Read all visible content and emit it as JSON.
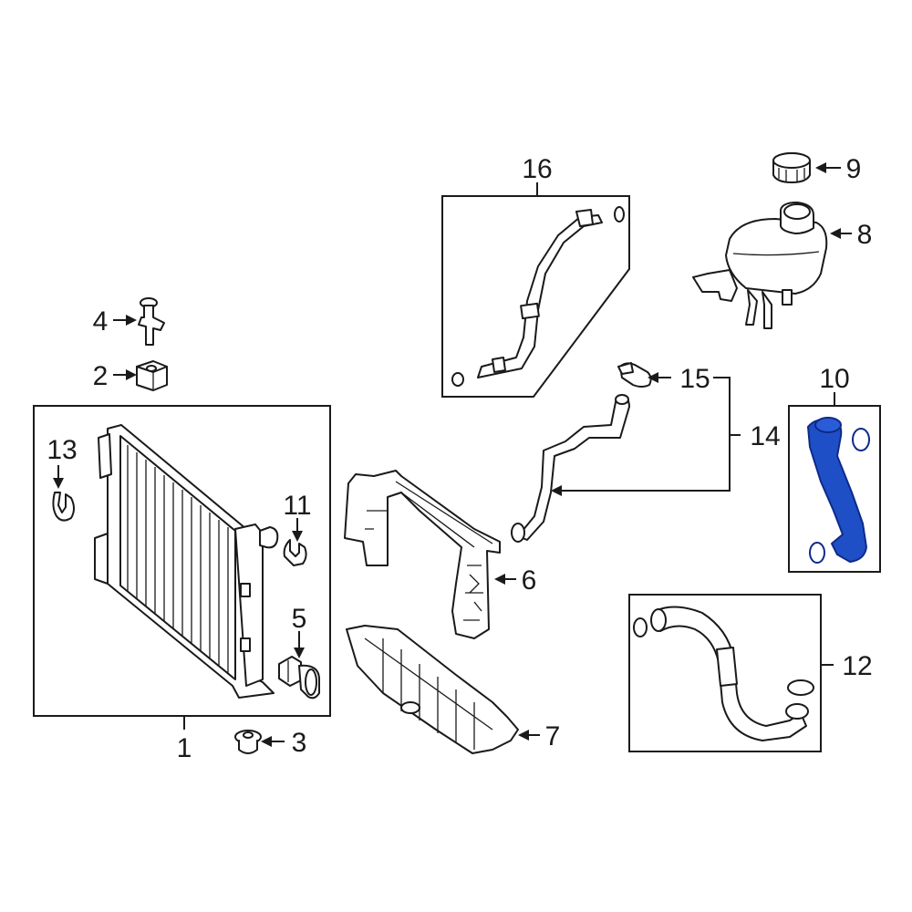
{
  "highlight_color": "#1f4fc6",
  "callouts": [
    {
      "id": "1",
      "label": "1"
    },
    {
      "id": "2",
      "label": "2"
    },
    {
      "id": "3",
      "label": "3"
    },
    {
      "id": "4",
      "label": "4"
    },
    {
      "id": "5",
      "label": "5"
    },
    {
      "id": "6",
      "label": "6"
    },
    {
      "id": "7",
      "label": "7"
    },
    {
      "id": "8",
      "label": "8"
    },
    {
      "id": "9",
      "label": "9"
    },
    {
      "id": "10",
      "label": "10"
    },
    {
      "id": "11",
      "label": "11"
    },
    {
      "id": "12",
      "label": "12"
    },
    {
      "id": "13",
      "label": "13"
    },
    {
      "id": "14",
      "label": "14"
    },
    {
      "id": "15",
      "label": "15"
    },
    {
      "id": "16",
      "label": "16"
    }
  ]
}
